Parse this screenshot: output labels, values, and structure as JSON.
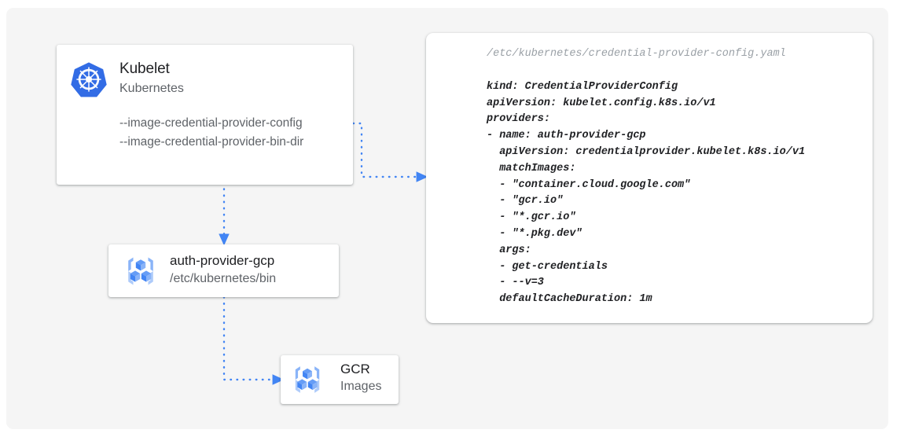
{
  "canvas": {
    "background_color": "#f5f5f5",
    "page_background_color": "#ffffff"
  },
  "colors": {
    "accent_blue": "#4285f4",
    "kubernetes_blue": "#326ce5",
    "icon_light_blue": "#8ab4f8",
    "text_primary": "#202124",
    "text_secondary": "#5f6368",
    "text_muted": "#9aa0a6",
    "card_background": "#ffffff"
  },
  "kubelet_card": {
    "icon": "kubernetes-helm-icon",
    "title": "Kubelet",
    "subtitle": "Kubernetes",
    "flags": [
      "--image-credential-provider-config",
      "--image-credential-provider-bin-dir"
    ]
  },
  "auth_provider_card": {
    "icon": "container-registry-icon",
    "title": "auth-provider-gcp",
    "subtitle": "/etc/kubernetes/bin"
  },
  "gcr_card": {
    "icon": "container-registry-icon",
    "title": "GCR",
    "subtitle": "Images"
  },
  "code_panel": {
    "filename": "/etc/kubernetes/credential-provider-config.yaml",
    "lines": [
      "kind: CredentialProviderConfig",
      "apiVersion: kubelet.config.k8s.io/v1",
      "providers:",
      "- name: auth-provider-gcp",
      "  apiVersion: credentialprovider.kubelet.k8s.io/v1",
      "  matchImages:",
      "  - \"container.cloud.google.com\"",
      "  - \"gcr.io\"",
      "  - \"*.gcr.io\"",
      "  - \"*.pkg.dev\"",
      "  args:",
      "  - get-credentials",
      "  - --v=3",
      "  defaultCacheDuration: 1m"
    ]
  },
  "connectors": [
    {
      "name": "kubelet-to-config-connector",
      "from": "kubelet-card",
      "to": "code-panel",
      "style": "dotted-elbow-arrow"
    },
    {
      "name": "kubelet-to-auth-provider-connector",
      "from": "kubelet-card",
      "to": "auth-provider-card",
      "style": "dotted-vertical-arrow"
    },
    {
      "name": "auth-provider-to-gcr-connector",
      "from": "auth-provider-card",
      "to": "gcr-card",
      "style": "dotted-elbow-arrow"
    }
  ]
}
